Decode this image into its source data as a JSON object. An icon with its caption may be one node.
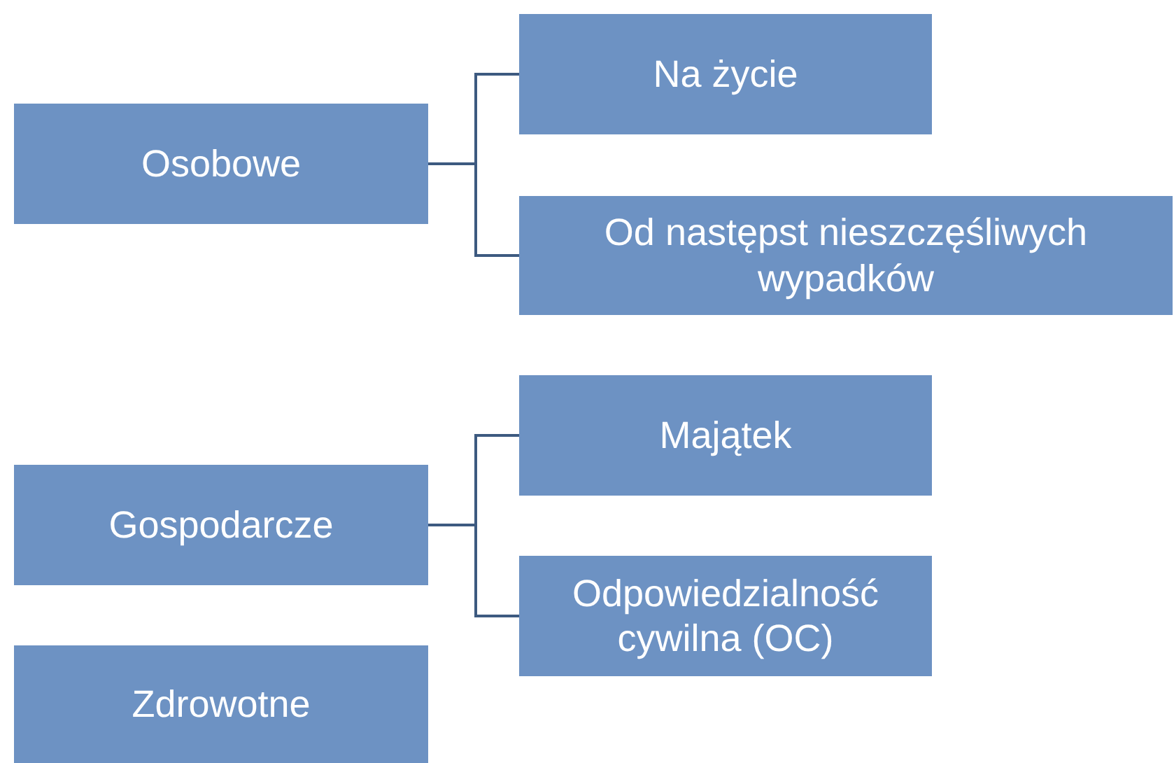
{
  "diagram": {
    "nodes": [
      {
        "text": [
          "Osobowe"
        ]
      },
      {
        "text": [
          "Na życie"
        ]
      },
      {
        "text": [
          "Od następst nieszczęśliwych wypadków"
        ]
      },
      {
        "text": [
          "Gospodarcze"
        ]
      },
      {
        "text": [
          "Majątek"
        ]
      },
      {
        "text": [
          "Odpowiedzialność cywilna (OC)"
        ]
      },
      {
        "text": [
          "Zdrowotne"
        ]
      }
    ],
    "edges": [
      {
        "from": 0,
        "to": 1,
        "arrow": "none"
      },
      {
        "from": 0,
        "to": 2,
        "arrow": "none"
      },
      {
        "from": 3,
        "to": 4,
        "arrow": "none"
      },
      {
        "from": 3,
        "to": 5,
        "arrow": "none"
      }
    ]
  }
}
